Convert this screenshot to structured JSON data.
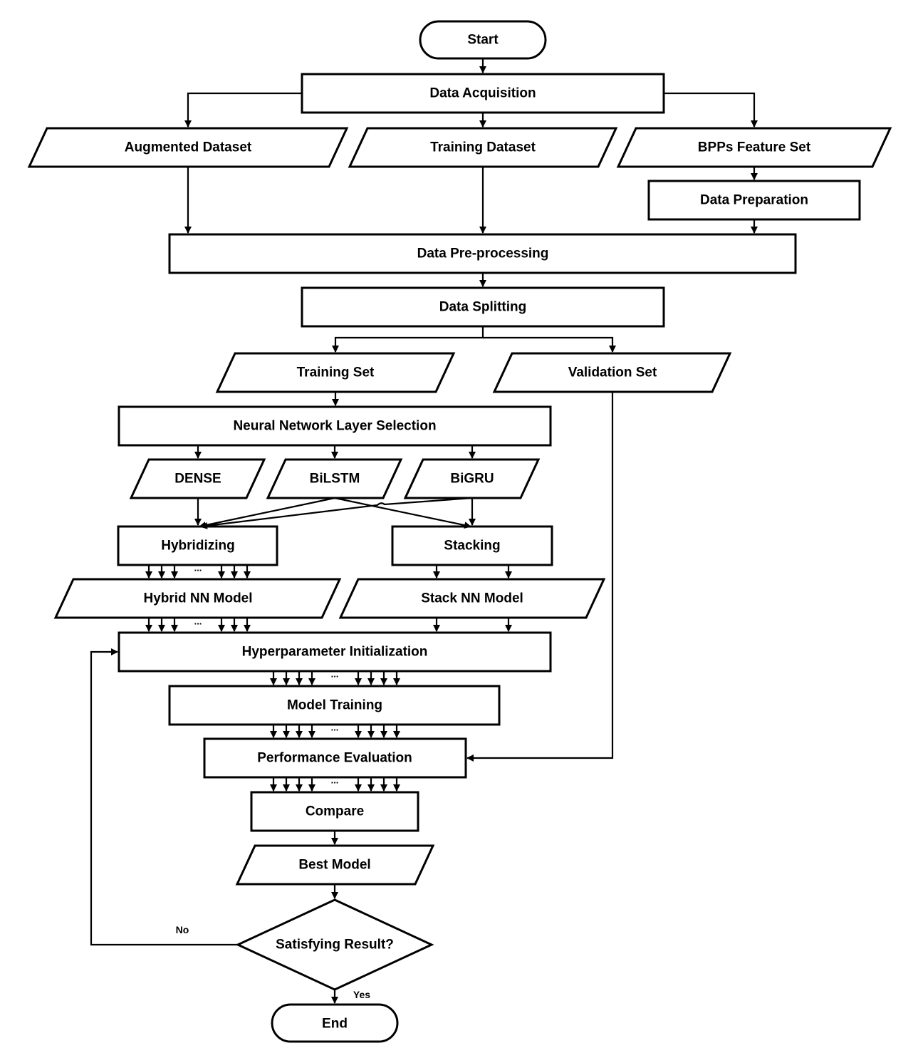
{
  "nodes": {
    "start": "Start",
    "data_acquisition": "Data Acquisition",
    "augmented_dataset": "Augmented Dataset",
    "training_dataset": "Training Dataset",
    "bpps_feature_set": "BPPs Feature Set",
    "data_preparation": "Data Preparation",
    "data_preprocessing": "Data Pre-processing",
    "data_splitting": "Data Splitting",
    "training_set": "Training Set",
    "validation_set": "Validation Set",
    "nn_layer_selection": "Neural Network Layer Selection",
    "dense": "DENSE",
    "bilstm": "BiLSTM",
    "bigru": "BiGRU",
    "hybridizing": "Hybridizing",
    "stacking": "Stacking",
    "hybrid_nn_model": "Hybrid NN Model",
    "stack_nn_model": "Stack NN Model",
    "hyperparameter_init": "Hyperparameter Initialization",
    "model_training": "Model Training",
    "performance_evaluation": "Performance Evaluation",
    "compare": "Compare",
    "best_model": "Best Model",
    "satisfying_result": "Satisfying Result?",
    "end": "End"
  },
  "edge_labels": {
    "no": "No",
    "yes": "Yes",
    "ellipsis": "..."
  },
  "colors": {
    "stroke": "#000000",
    "fill": "#ffffff",
    "text": "#000000"
  }
}
